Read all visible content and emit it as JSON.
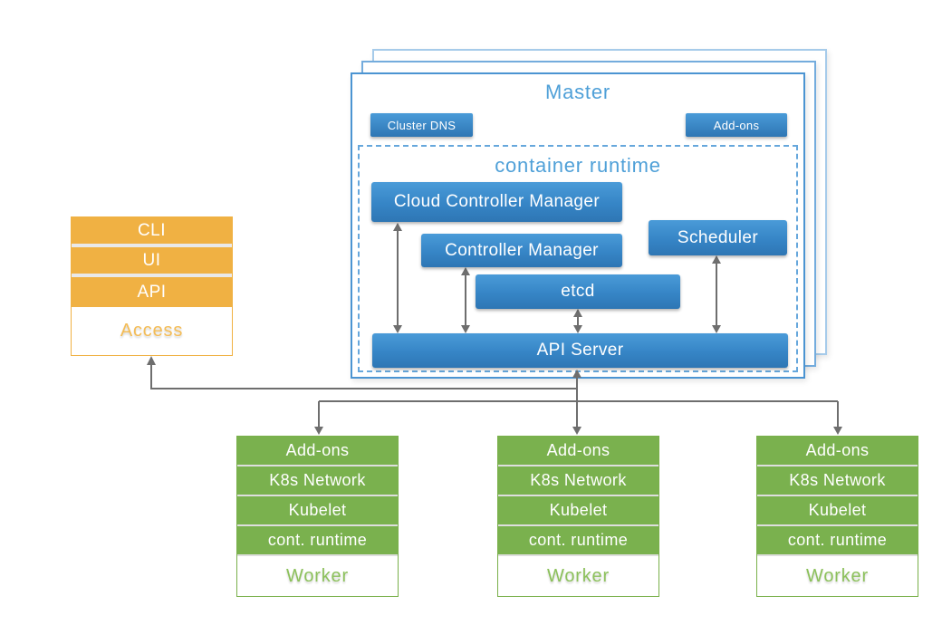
{
  "master": {
    "title": "Master",
    "cluster_dns": "Cluster DNS",
    "addons": "Add-ons",
    "container_runtime": {
      "title": "container runtime",
      "components": [
        {
          "id": "cloud-controller-manager",
          "label": "Cloud Controller Manager"
        },
        {
          "id": "controller-manager",
          "label": "Controller Manager"
        },
        {
          "id": "scheduler",
          "label": "Scheduler"
        },
        {
          "id": "etcd",
          "label": "etcd"
        },
        {
          "id": "api-server",
          "label": "API Server"
        }
      ]
    }
  },
  "access": {
    "items": [
      "CLI",
      "UI",
      "API"
    ],
    "label": "Access"
  },
  "workers": [
    {
      "rows": [
        "Add-ons",
        "K8s Network",
        "Kubelet",
        "cont. runtime"
      ],
      "label": "Worker"
    },
    {
      "rows": [
        "Add-ons",
        "K8s Network",
        "Kubelet",
        "cont. runtime"
      ],
      "label": "Worker"
    },
    {
      "rows": [
        "Add-ons",
        "K8s Network",
        "Kubelet",
        "cont. runtime"
      ],
      "label": "Worker"
    }
  ],
  "colors": {
    "blue_box_top": "#4A9BD8",
    "blue_box_bottom": "#2E76B4",
    "master_border": "#4B94D2",
    "back_layer_middle": "#74ACDD",
    "back_layer_outer": "#A6CBEA",
    "dashed_border": "#66A7DC",
    "heading_blue": "#4FA0D8",
    "orange": "#F0B143",
    "access_text": "#F4BC55",
    "green": "#7AB14E",
    "worker_text": "#8CC15B",
    "arrow_gray": "#6E6E6E"
  }
}
